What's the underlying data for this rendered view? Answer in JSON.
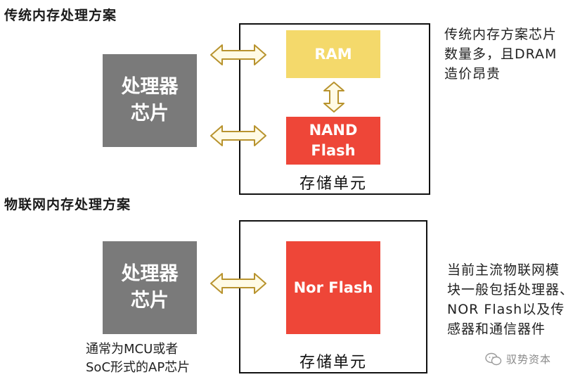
{
  "section1": {
    "title": "传统内存处理方案",
    "processor": [
      "处理器",
      "芯片"
    ],
    "ram": "RAM",
    "nand": [
      "NAND",
      "Flash"
    ],
    "storage_label": "存储单元",
    "description": [
      "传统内存方案芯片",
      "数量多，且DRAM",
      "造价昂贵"
    ]
  },
  "section2": {
    "title": "物联网内存处理方案",
    "processor": [
      "处理器",
      "芯片"
    ],
    "nor": "Nor Flash",
    "storage_label": "存储单元",
    "processor_caption": [
      "通常为MCU或者",
      "SoC形式的AP芯片"
    ],
    "description": [
      "当前主流物联网模",
      "块一般包括处理器、",
      "NOR Flash以及传",
      "感器和通信器件"
    ]
  },
  "watermark": "驭势资本",
  "colors": {
    "processor": "#7a7a7a",
    "ram": "#f4d96b",
    "flash": "#ee4638",
    "arrow_fill": "#fffbe6",
    "arrow_stroke": "#b8932e"
  }
}
